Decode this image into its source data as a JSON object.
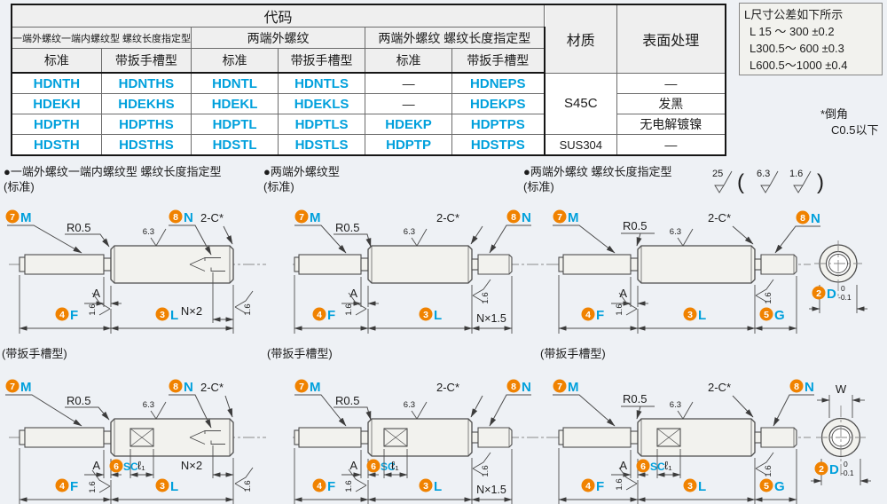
{
  "colors": {
    "code_blue": "#00a0dc",
    "circle_orange": "#f08200"
  },
  "table": {
    "title": "代码",
    "groups": [
      "一端外螺纹一端内螺纹型 螺纹长度指定型",
      "两端外螺纹",
      "两端外螺纹 螺纹长度指定型"
    ],
    "subheaders": [
      "标准",
      "带扳手槽型",
      "标准",
      "带扳手槽型",
      "标准",
      "带扳手槽型"
    ],
    "material_header": "材质",
    "surface_header": "表面处理",
    "rows": [
      {
        "codes": [
          "HDNTH",
          "HDNTHS",
          "HDNTL",
          "HDNTLS",
          "—",
          "HDNEPS"
        ],
        "surface": "—"
      },
      {
        "codes": [
          "HDEKH",
          "HDEKHS",
          "HDEKL",
          "HDEKLS",
          "—",
          "HDEKPS"
        ],
        "surface": "发黑"
      },
      {
        "codes": [
          "HDPTH",
          "HDPTHS",
          "HDPTL",
          "HDPTLS",
          "HDEKP",
          "HDPTPS"
        ],
        "surface": "无电解镀镍"
      },
      {
        "codes": [
          "HDSTH",
          "HDSTHS",
          "HDSTL",
          "HDSTLS",
          "HDPTP",
          "HDSTPS"
        ],
        "surface": "—"
      }
    ],
    "materials": [
      "S45C",
      "SUS304"
    ]
  },
  "tolerance_box": {
    "title": "L尺寸公差如下所示",
    "lines": [
      "L 15 ～ 300 ±0.2",
      "L300.5～ 600 ±0.3",
      "L600.5～1000 ±0.4"
    ]
  },
  "chamfer_note": {
    "line1": "*倒角",
    "line2": "C0.5以下"
  },
  "roughness_header": {
    "coarse": "25",
    "mid": "6.3",
    "fine": "1.6",
    "paren_open": "(",
    "paren_close": ")"
  },
  "titles": {
    "d1_line1": "●一端外螺纹一端内螺纹型 螺纹长度指定型",
    "d2_line1": "●两端外螺纹型",
    "d3_line1": "●两端外螺纹 螺纹长度指定型",
    "std": "(标准)",
    "wrench": "(带扳手槽型)"
  },
  "labels": {
    "m": "M",
    "n": "N",
    "f": "F",
    "l": "L",
    "g": "G",
    "d": "D",
    "sc": "SC",
    "w": "W",
    "a": "A",
    "r05": "R0.5",
    "c2": "2-C*",
    "ra63": "6.3",
    "ra16": "1.6",
    "nx2": "N×2",
    "nx15": "N×1.5",
    "l1": "ℓ₁",
    "tol_up": "0",
    "tol_dn": "-0.1",
    "n2": "2",
    "n3": "3",
    "n4": "4",
    "n5": "5",
    "n6": "6",
    "n7": "7",
    "n8": "8"
  }
}
